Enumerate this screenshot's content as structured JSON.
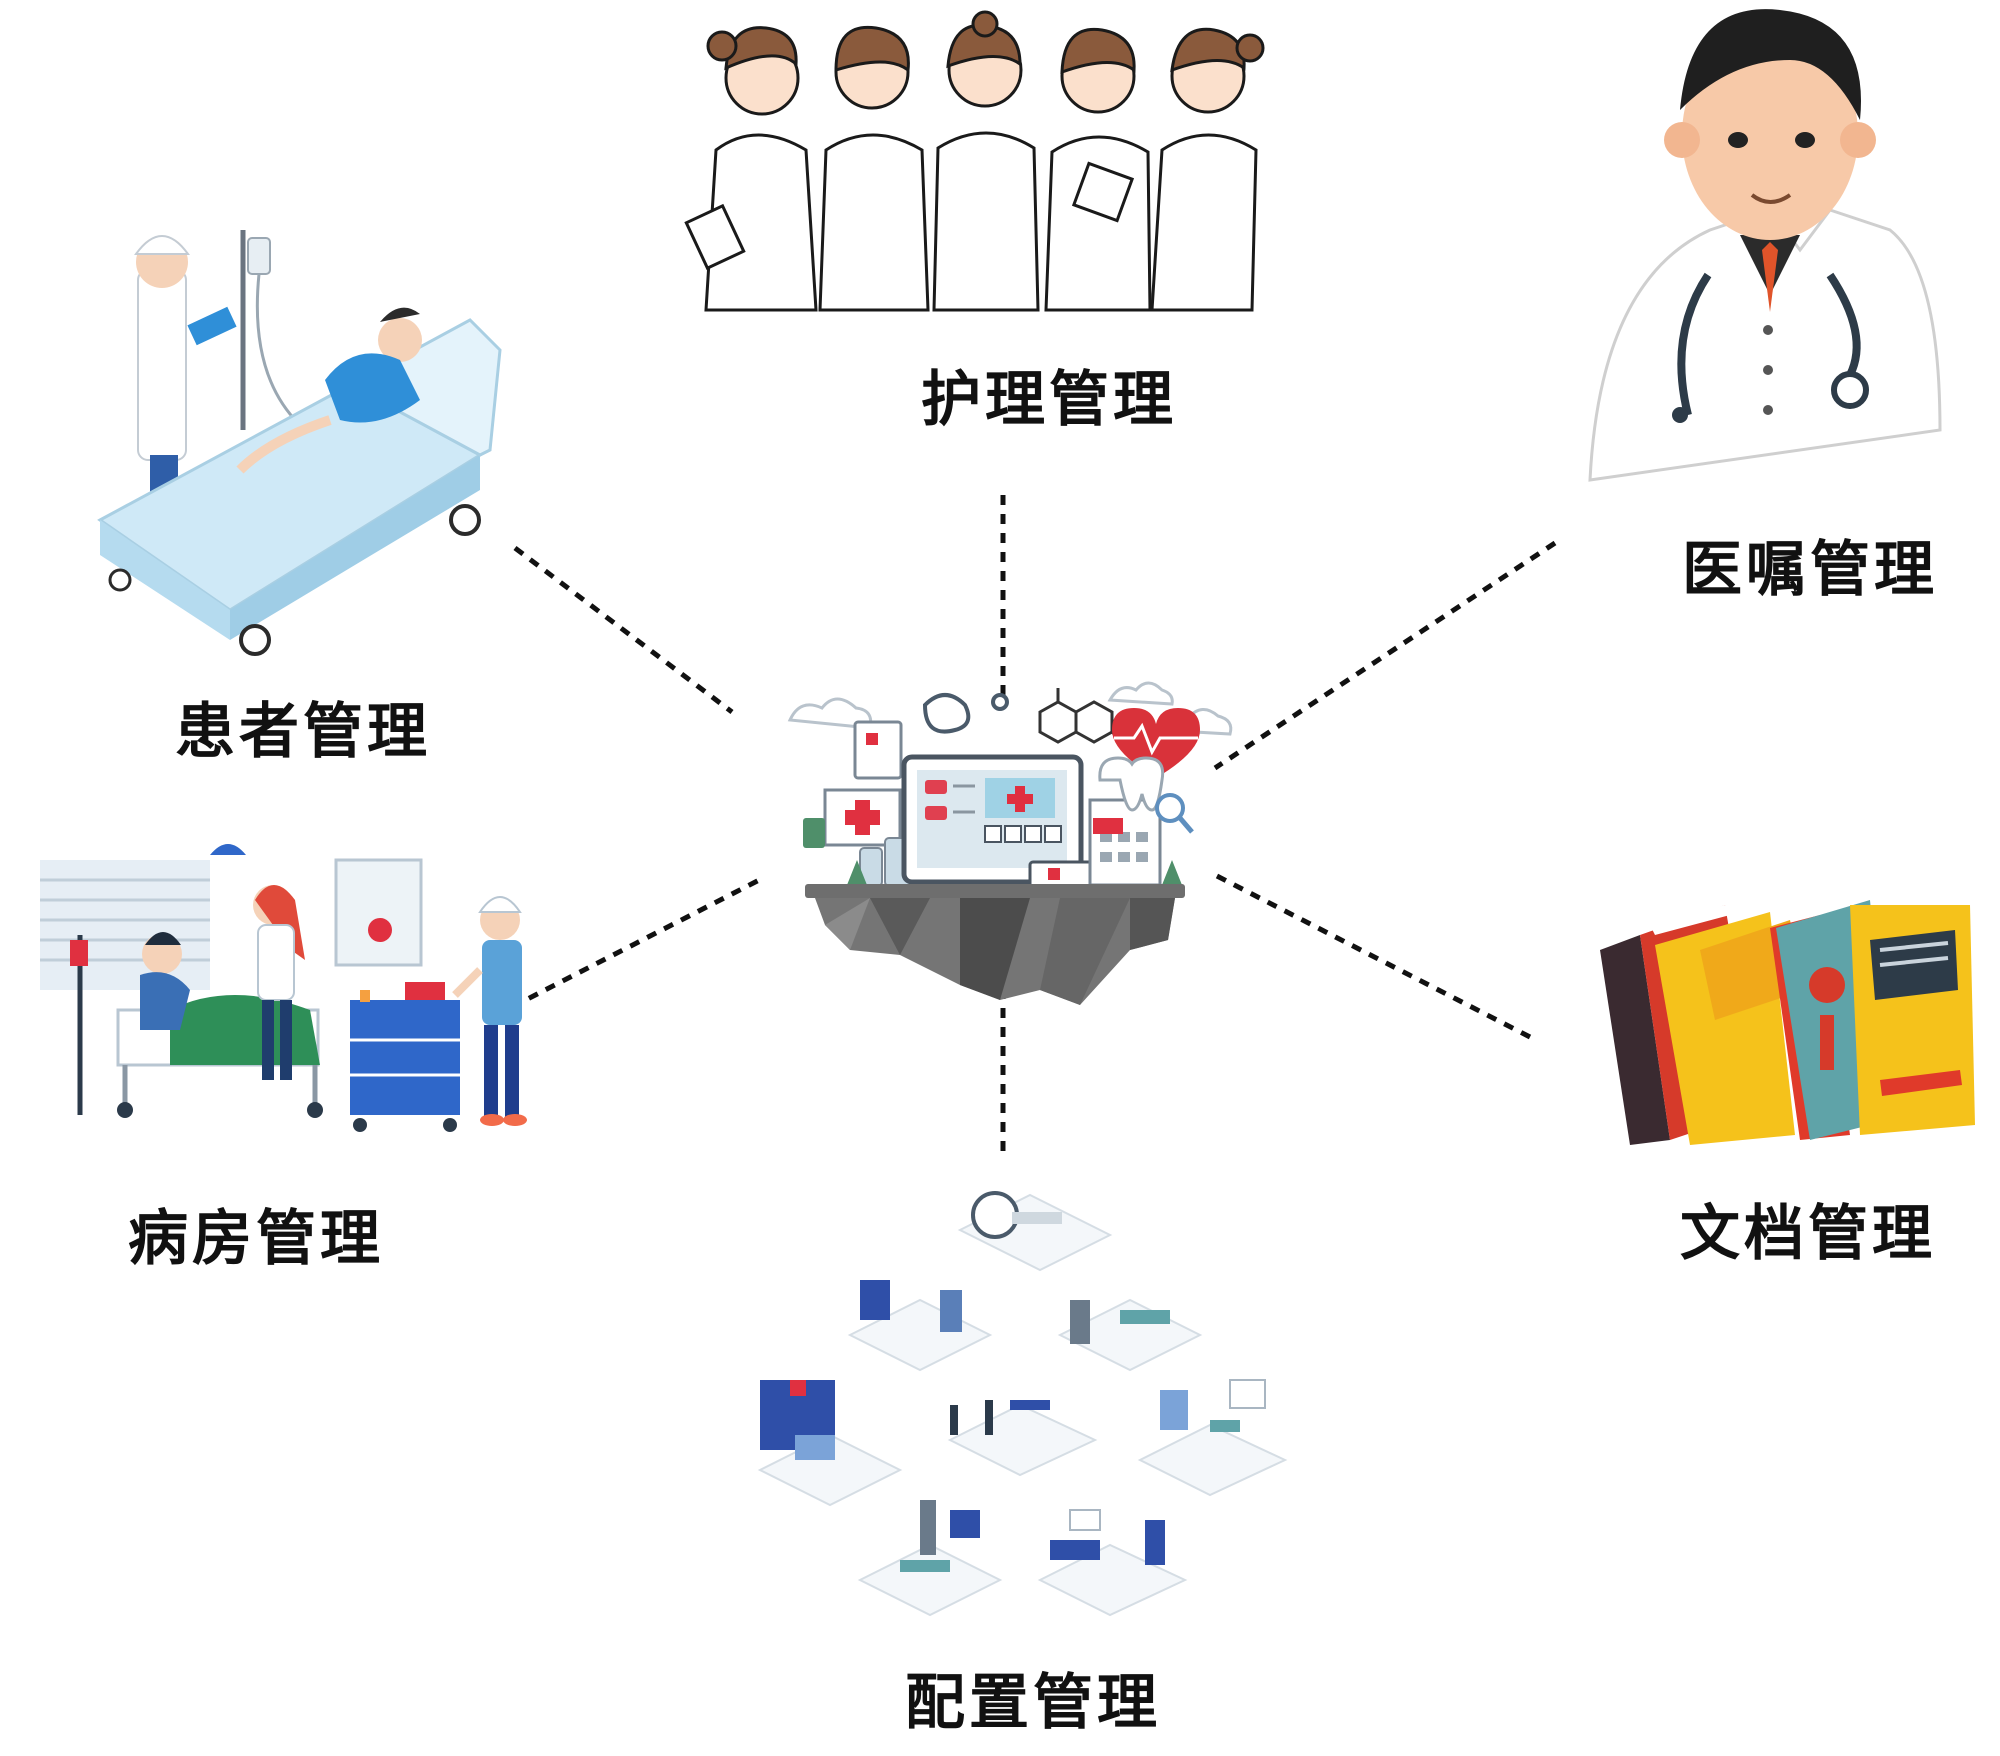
{
  "diagram": {
    "center": {
      "icon": "floating-island-computer-icon"
    },
    "modules": {
      "nursing": {
        "label": "护理管理",
        "icon": "nurses-group-icon"
      },
      "orders": {
        "label": "医嘱管理",
        "icon": "doctor-stethoscope-icon"
      },
      "patient": {
        "label": "患者管理",
        "icon": "patient-bed-icon"
      },
      "ward": {
        "label": "病房管理",
        "icon": "hospital-ward-icon"
      },
      "docs": {
        "label": "文档管理",
        "icon": "books-icon"
      },
      "config": {
        "label": "配置管理",
        "icon": "isometric-rooms-icon"
      }
    },
    "colors": {
      "connector": "#111111",
      "bed": "#cfe9f7",
      "patient_shirt": "#2f8fd8",
      "ward_blue": "#2f67c9",
      "book_red": "#d63a2a",
      "book_yellow": "#f5c21b",
      "book_teal": "#5fa3a8",
      "book_dark": "#3a2a30",
      "doctor_tie": "#e0542a",
      "island_rock": "#6e6e6e"
    }
  }
}
